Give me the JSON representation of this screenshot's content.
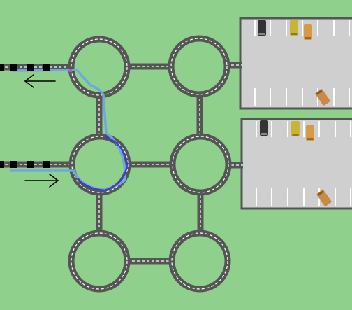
{
  "scene": {
    "colors": {
      "grass": "#8ed08c",
      "road": "#555555",
      "road_marking": "#ffffff",
      "parking_lot": "#cfcfcf",
      "lot_border": "#555555",
      "route_light": "#6fa8dc",
      "route_dark": "#3d3dcc",
      "route_node": "#a65fd6",
      "car_dark": "#333333",
      "car_yellow": "#c9b437",
      "car_orange": "#d49a45",
      "car_brown": "#c98a45",
      "arrow": "#000000"
    },
    "roundabouts_grid": {
      "rows": 3,
      "cols": 2
    },
    "parking_lots": [
      {
        "name": "upper-lot",
        "cars": [
          {
            "color": "car_dark",
            "angle": 0
          },
          {
            "color": "car_yellow",
            "angle": 0
          },
          {
            "color": "car_orange",
            "angle": 0
          },
          {
            "color": "car_brown",
            "angle": -35
          }
        ]
      },
      {
        "name": "lower-lot",
        "cars": [
          {
            "color": "car_dark",
            "angle": 0
          },
          {
            "color": "car_yellow",
            "angle": 0
          },
          {
            "color": "car_orange",
            "angle": 0
          },
          {
            "color": "car_brown",
            "angle": -35
          }
        ]
      }
    ],
    "entrances": [
      {
        "name": "upper-entrance",
        "direction": "outgoing",
        "arrow_icon": "arrow-left-icon"
      },
      {
        "name": "lower-entrance",
        "direction": "incoming",
        "arrow_icon": "arrow-right-icon"
      }
    ]
  }
}
